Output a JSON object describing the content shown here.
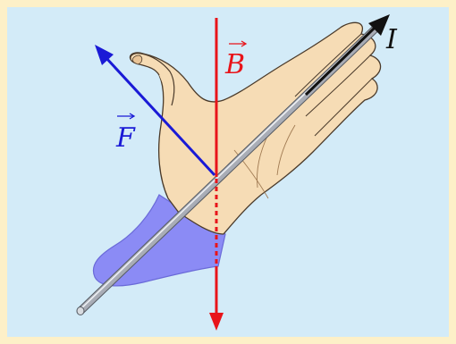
{
  "labels": {
    "magnetic_field": "B",
    "force": "F",
    "current": "I"
  },
  "colors": {
    "frame": "#fdf0c8",
    "panel": "#d3ebf8",
    "skin": "#f6dcb5",
    "skin_shade": "#e9c497",
    "outline": "#4a3a2a",
    "sleeve": "#8b8bf5",
    "rod": "#b8bcc4",
    "field_arrow": "#e8141a",
    "force_arrow": "#1a1ad6",
    "current_arrow": "#111111"
  }
}
